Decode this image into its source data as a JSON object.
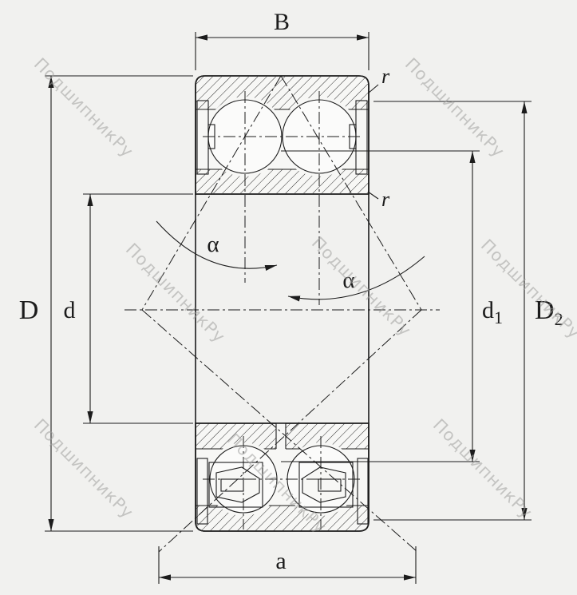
{
  "diagram": {
    "watermark_text": "ПодшипникРу",
    "labels": {
      "width_top": "B",
      "radius_top": "r",
      "radius_bottom": "r",
      "outer_diameter": "D",
      "bore_diameter": "d",
      "d1_base": "d",
      "d1_sub": "1",
      "D2_base": "D",
      "D2_sub": "2",
      "pressure_center_distance": "a",
      "contact_angle_left": "α",
      "contact_angle_right": "α"
    },
    "colors": {
      "background": "#f1f1ef",
      "line": "#1c1c1c",
      "watermark": "#a0a09e"
    }
  }
}
